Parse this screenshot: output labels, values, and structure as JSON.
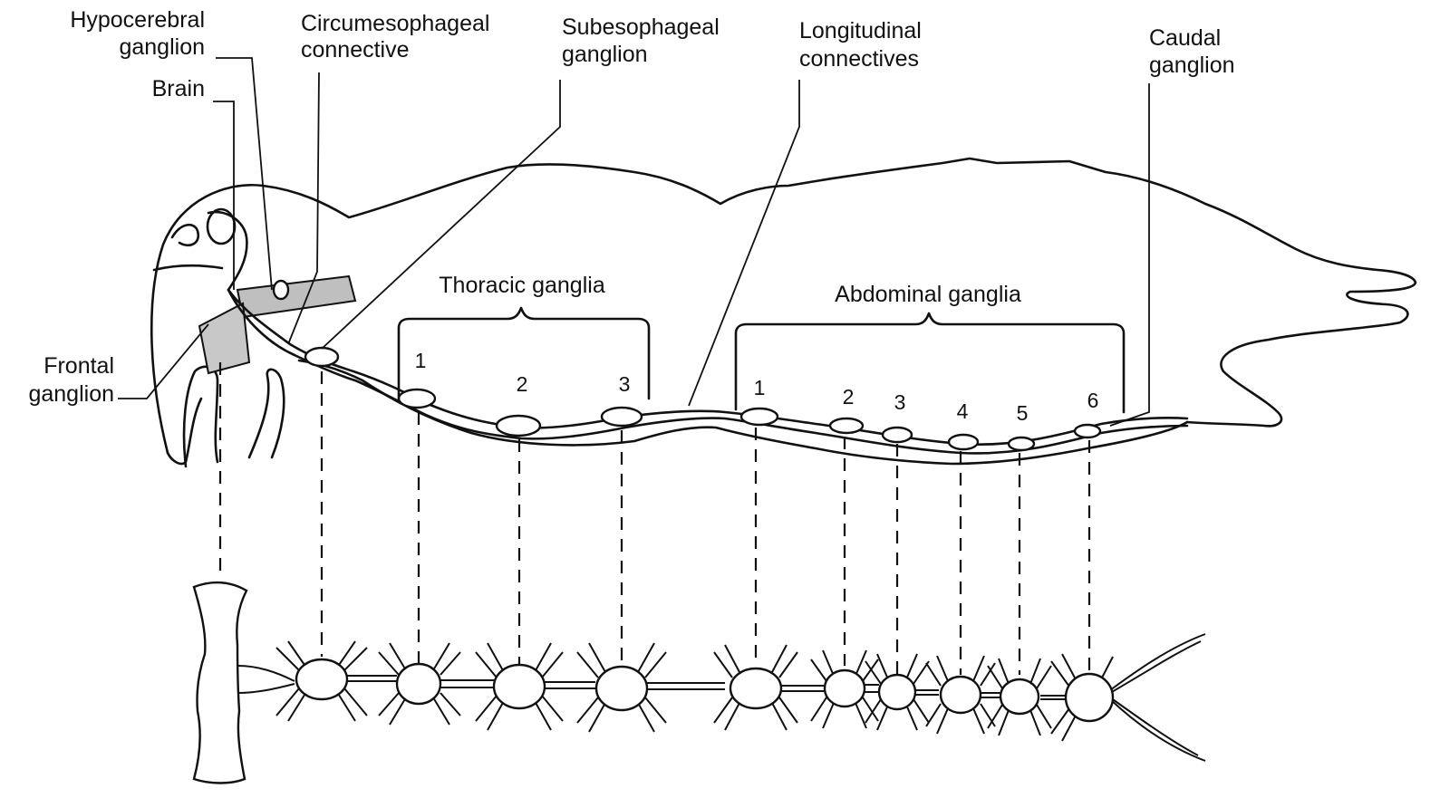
{
  "labels": {
    "hypocerebral": [
      "Hypocerebral",
      "ganglion"
    ],
    "brain": "Brain",
    "circumesophageal": [
      "Circumesophageal",
      "connective"
    ],
    "subesophageal": [
      "Subesophageal",
      "ganglion"
    ],
    "longitudinal": [
      "Longitudinal",
      "connectives"
    ],
    "caudal": [
      "Caudal",
      "ganglion"
    ],
    "frontal": [
      "Frontal",
      "ganglion"
    ],
    "thoracic": "Thoracic ganglia",
    "abdominal": "Abdominal ganglia"
  },
  "thoracic_numbers": [
    "1",
    "2",
    "3"
  ],
  "abdominal_numbers": [
    "1",
    "2",
    "3",
    "4",
    "5",
    "6"
  ]
}
